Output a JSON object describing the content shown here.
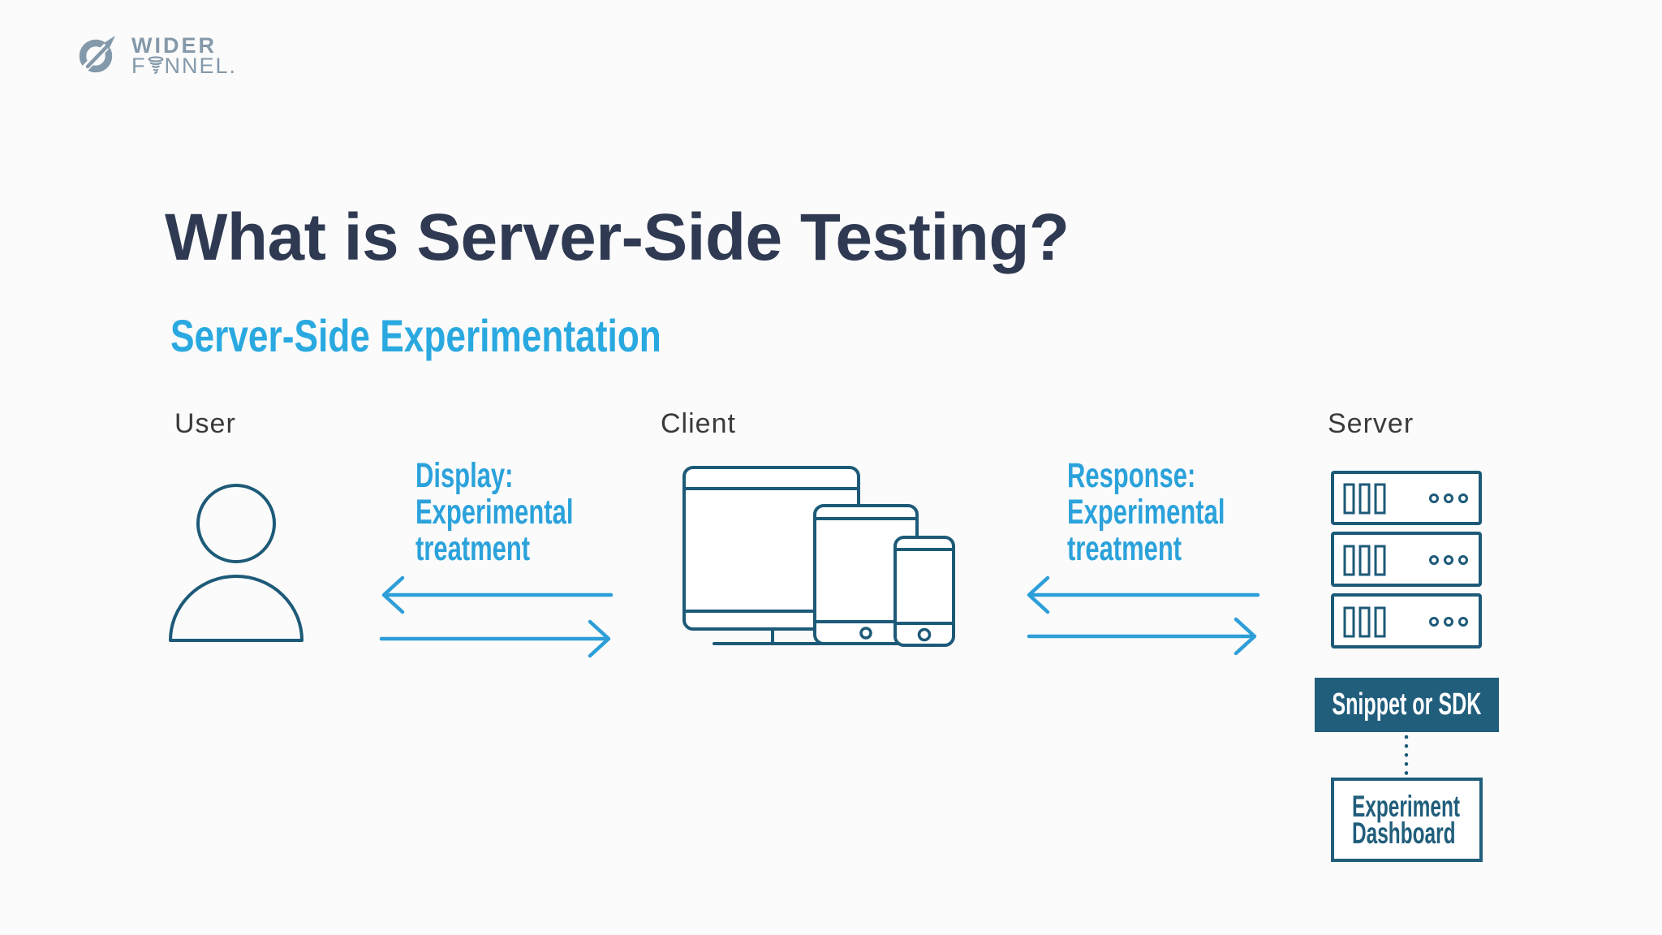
{
  "page": {
    "background": "#fbfbfb"
  },
  "logo": {
    "line1": "WIDER",
    "line2_prefix": "F",
    "line2_suffix": "NNEL.",
    "color": "#8499aa",
    "icon": "compass-needle-ring-icon",
    "funnel_glyph": "funnel-icon"
  },
  "title": {
    "text": "What is Server-Side Testing?",
    "color": "#2f3a52"
  },
  "subtitle": {
    "text": "Server-Side Experimentation",
    "color": "#29a9e0"
  },
  "diagram": {
    "nodes": [
      {
        "id": "user",
        "label": "User",
        "icon": "person-icon"
      },
      {
        "id": "client",
        "label": "Client",
        "icon": "devices-icon"
      },
      {
        "id": "server",
        "label": "Server",
        "icon": "server-racks-icon"
      }
    ],
    "flows": [
      {
        "id": "display",
        "lines": [
          "Display:",
          "Experimental",
          "treatment"
        ],
        "arrows": [
          "left",
          "right"
        ]
      },
      {
        "id": "response",
        "lines": [
          "Response:",
          "Experimental",
          "treatment"
        ],
        "arrows": [
          "left",
          "right"
        ]
      }
    ],
    "server_stack": {
      "snippet_label": "Snippet or SDK",
      "dashboard_lines": [
        "Experiment",
        "Dashboard"
      ],
      "connector": "dotted-line"
    },
    "colors": {
      "outline": "#1d5a78",
      "arrow": "#2d9ed8",
      "flow_text": "#2ba2db",
      "box_fill": "#215e7c",
      "box_text": "#ffffff",
      "node_label": "#3a3a3a",
      "title": "#2f3a52",
      "subtitle": "#29a9e0",
      "logo": "#8499aa"
    }
  }
}
